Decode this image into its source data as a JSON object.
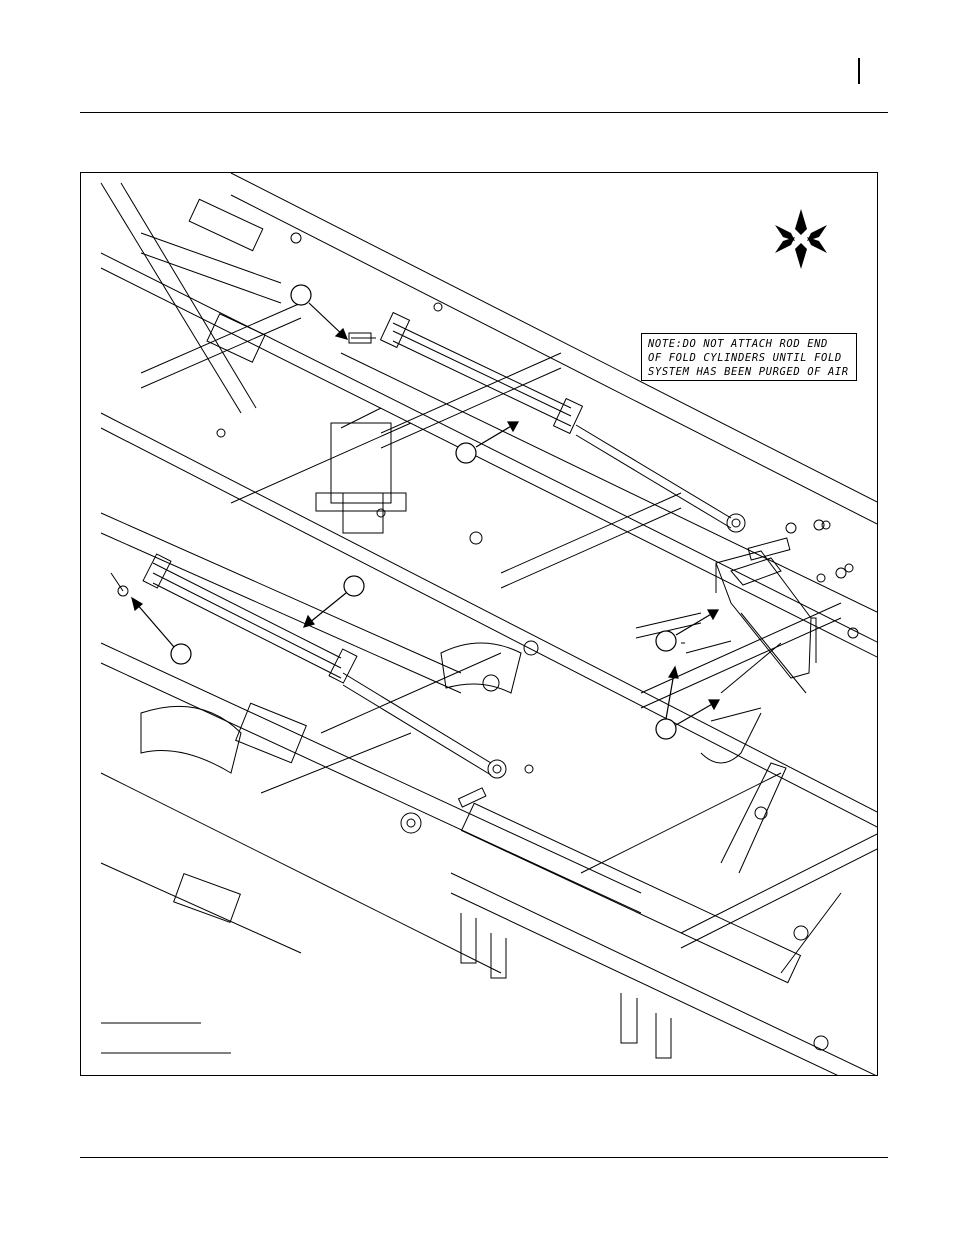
{
  "note": {
    "lines": [
      "NOTE:DO NOT ATTACH ROD END",
      "OF FOLD CYLINDERS UNTIL FOLD",
      "SYSTEM HAS BEEN PURGED OF AIR"
    ]
  },
  "icons": {
    "compass": "compass-star-icon",
    "callout": "callout-circle-icon"
  },
  "colors": {
    "line": "#000000",
    "background": "#ffffff"
  }
}
